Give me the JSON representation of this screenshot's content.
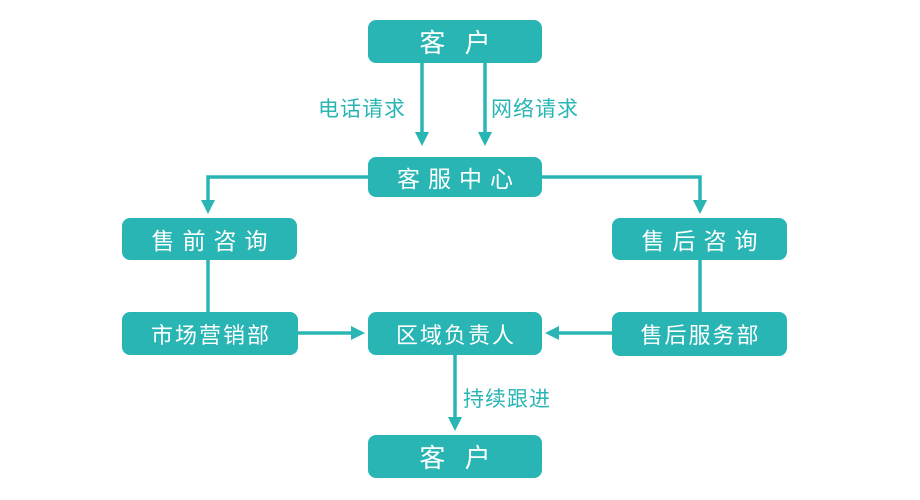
{
  "diagram": {
    "title_semantic": "customer-service-flowchart",
    "colors": {
      "accent": "#2ab5b5",
      "node_text": "#ffffff",
      "background": "#ffffff"
    },
    "nodes": {
      "customer_top": {
        "label": "客 户"
      },
      "service_center": {
        "label": "客服中心"
      },
      "presales": {
        "label": "售前咨询"
      },
      "aftersales_consult": {
        "label": "售后咨询"
      },
      "marketing": {
        "label": "市场营销部"
      },
      "regional": {
        "label": "区域负责人"
      },
      "aftersales_service": {
        "label": "售后服务部"
      },
      "customer_bottom": {
        "label": "客 户"
      }
    },
    "edge_labels": {
      "phone": "电话请求",
      "web": "网络请求",
      "followup": "持续跟进"
    },
    "edges": [
      {
        "from": "customer_top",
        "to": "service_center",
        "label": "电话请求",
        "style": "arrow-down"
      },
      {
        "from": "customer_top",
        "to": "service_center",
        "label": "网络请求",
        "style": "arrow-down"
      },
      {
        "from": "service_center",
        "to": "presales",
        "label": "",
        "style": "elbow-arrow"
      },
      {
        "from": "service_center",
        "to": "aftersales_consult",
        "label": "",
        "style": "elbow-arrow"
      },
      {
        "from": "presales",
        "to": "marketing",
        "label": "",
        "style": "plain-line"
      },
      {
        "from": "aftersales_consult",
        "to": "aftersales_service",
        "label": "",
        "style": "plain-line"
      },
      {
        "from": "marketing",
        "to": "regional",
        "label": "",
        "style": "arrow-right"
      },
      {
        "from": "aftersales_service",
        "to": "regional",
        "label": "",
        "style": "arrow-left"
      },
      {
        "from": "regional",
        "to": "customer_bottom",
        "label": "持续跟进",
        "style": "arrow-down"
      }
    ]
  }
}
